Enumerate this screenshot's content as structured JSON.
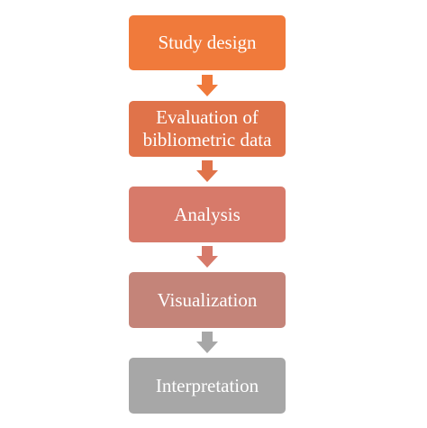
{
  "flowchart": {
    "steps": [
      {
        "label": "Study design",
        "color": "#f07a3b"
      },
      {
        "label": "Evaluation of\nbibliometric data",
        "color": "#e0734a"
      },
      {
        "label": "Analysis",
        "color": "#d77a6a"
      },
      {
        "label": "Visualization",
        "color": "#c48479"
      },
      {
        "label": "Interpretation",
        "color": "#a7a7a7"
      }
    ],
    "arrow_colors": [
      "#f07a3b",
      "#e0734a",
      "#d77a6a",
      "#a7a7a7"
    ]
  }
}
